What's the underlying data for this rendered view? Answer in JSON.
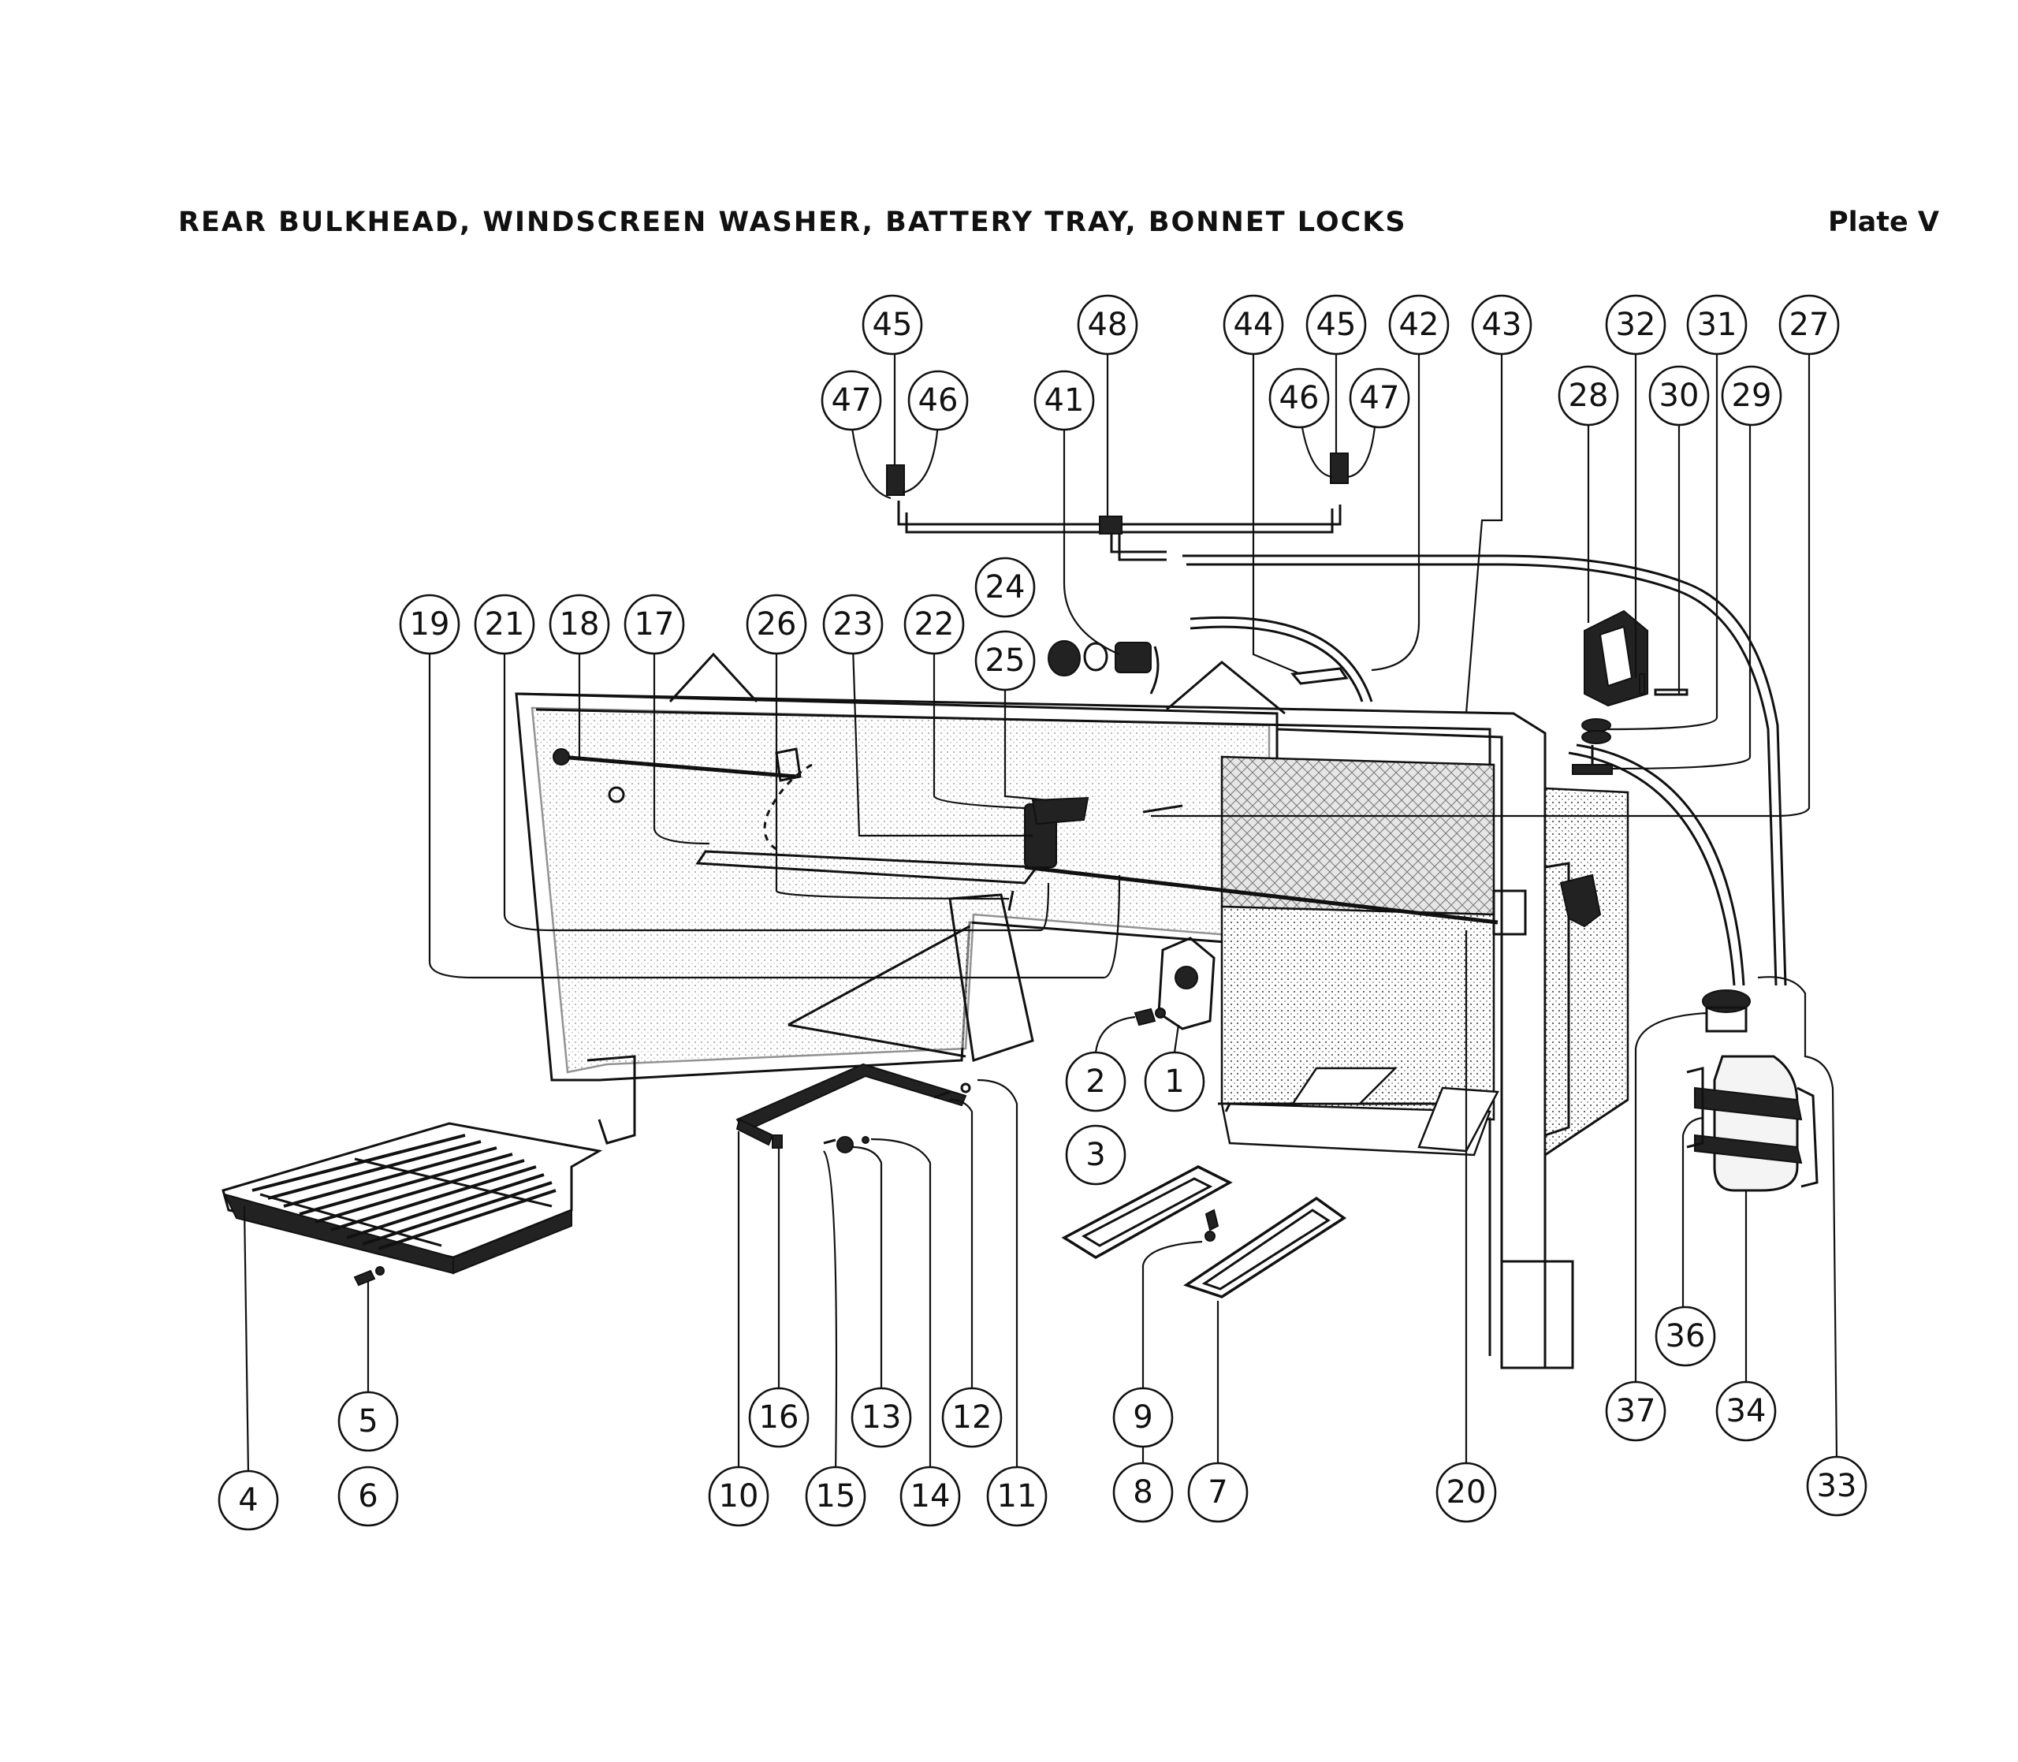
{
  "header": {
    "title": "REAR BULKHEAD, WINDSCREEN WASHER, BATTERY TRAY, BONNET LOCKS",
    "plate": "Plate V"
  },
  "callouts": [
    "45",
    "48",
    "44",
    "45",
    "42",
    "43",
    "32",
    "31",
    "27",
    "47",
    "46",
    "41",
    "46",
    "47",
    "28",
    "30",
    "29",
    "24",
    "19",
    "21",
    "18",
    "17",
    "26",
    "23",
    "22",
    "25",
    "2",
    "1",
    "3",
    "9",
    "8",
    "7",
    "16",
    "13",
    "12",
    "10",
    "15",
    "14",
    "11",
    "5",
    "6",
    "4",
    "20",
    "36",
    "37",
    "34",
    "33"
  ]
}
